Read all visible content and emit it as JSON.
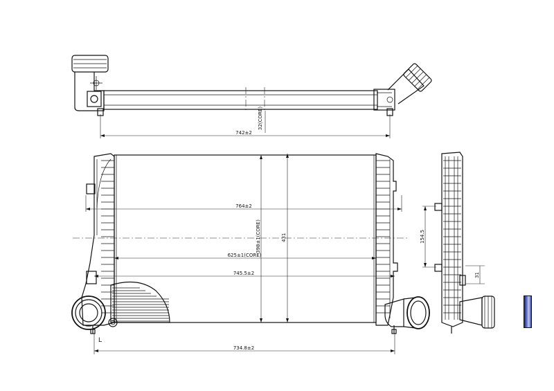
{
  "dimensions": {
    "top_overall": "742±2",
    "top_core_height": "32(CORE)",
    "width_764": "764±2",
    "core_height": "398±1(CORE)",
    "height_431": "431",
    "core_width": "625±1(CORE)",
    "width_745": "745.5±2",
    "bottom_overall": "734.8±2",
    "side_154": "154.5",
    "side_31": "31",
    "l_mark": "L"
  },
  "colors": {
    "line": "#111111",
    "marker": "#3949ab"
  }
}
